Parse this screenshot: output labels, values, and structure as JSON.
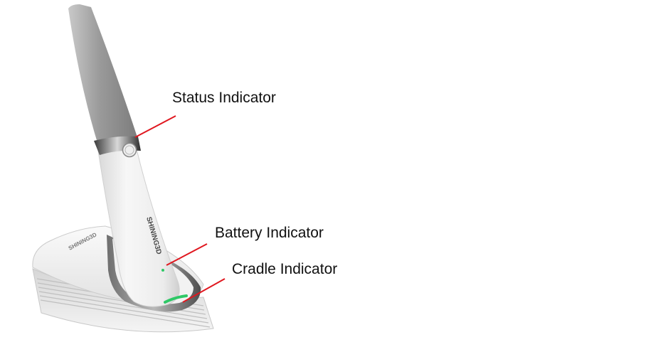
{
  "product": {
    "brand_text": "SHINING3D",
    "indicator_light_color": "#2ec866",
    "callout_line_color": "#e0171f"
  },
  "callouts": {
    "status": "Status Indicator",
    "battery": "Battery Indicator",
    "cradle": "Cradle Indicator"
  }
}
